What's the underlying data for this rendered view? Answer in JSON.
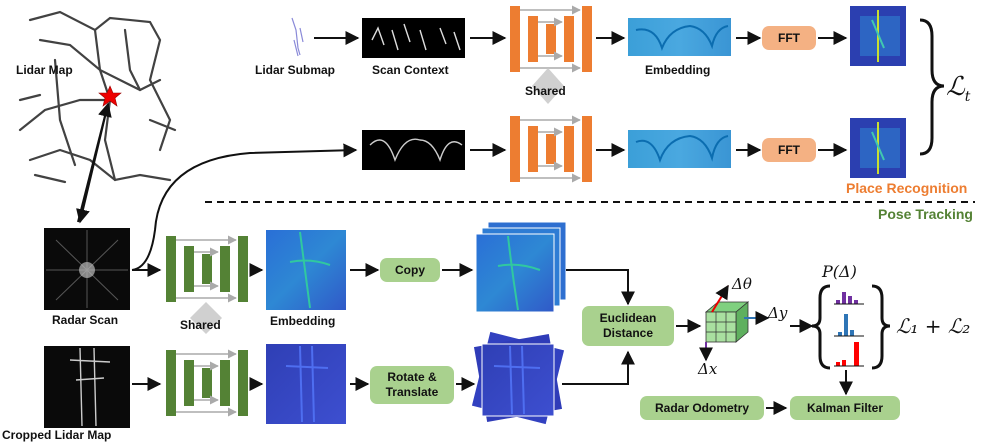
{
  "labels": {
    "lidar_map": "Lidar Map",
    "lidar_submap": "Lidar Submap",
    "scan_context": "Scan Context",
    "embedding_top": "Embedding",
    "shared_top": "Shared",
    "radar_scan": "Radar Scan",
    "shared_bottom": "Shared",
    "embedding_bottom": "Embedding",
    "cropped_lidar_map": "Cropped Lidar Map"
  },
  "boxes": {
    "fft_1": "FFT",
    "fft_2": "FFT",
    "copy": "Copy",
    "rotate_translate": "Rotate &\nTranslate",
    "euclidean_distance": "Euclidean\nDistance",
    "radar_odometry": "Radar Odometry",
    "kalman_filter": "Kalman Filter"
  },
  "sections": {
    "place_recognition": "Place Recognition",
    "pose_tracking": "Pose Tracking"
  },
  "math": {
    "loss_t": "ℒ",
    "loss_t_sub": "t",
    "delta_theta": "Δθ",
    "delta_y": "Δy",
    "delta_x": "Δx",
    "p_delta": "P(Δ)",
    "loss_12": "ℒ₁ + ℒ₂"
  },
  "colors": {
    "green": "#a9d18e",
    "orange": "#f4b183",
    "net_green": "#548235",
    "net_orange": "#ed7d31",
    "place_recognition": "#ed7d31",
    "pose_tracking": "#548235",
    "hist_purple": "#7030a0",
    "hist_blue": "#2e75b6",
    "hist_red": "#ff0000"
  },
  "icons": [
    "star-icon",
    "network-icon",
    "grid-cube-icon",
    "histogram-icon",
    "brace-icon"
  ]
}
